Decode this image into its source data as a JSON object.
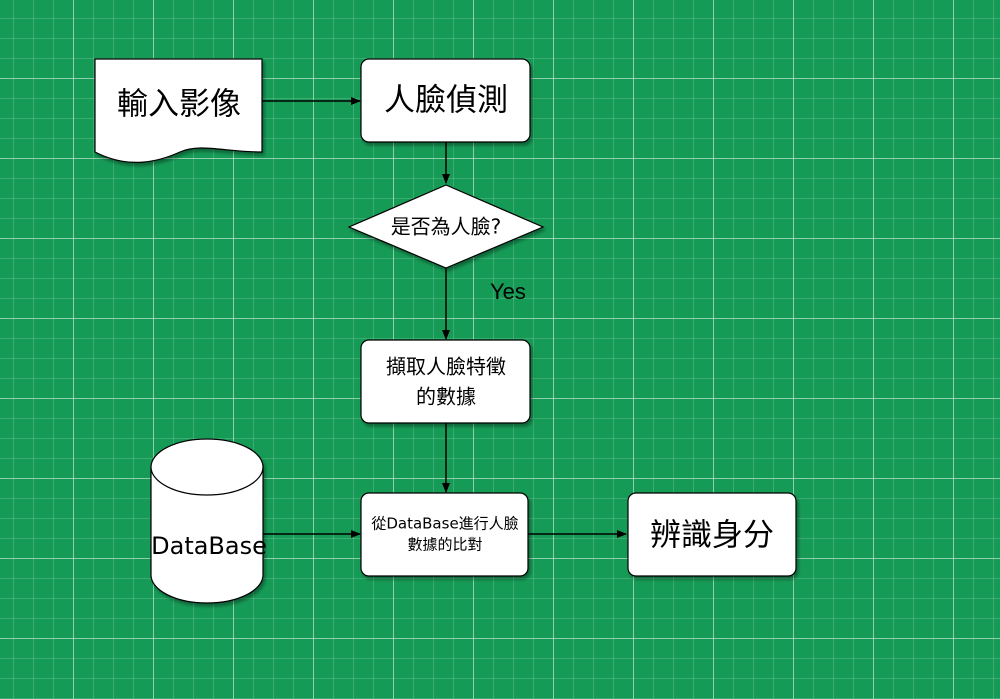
{
  "nodes": {
    "input_image": {
      "label": "輸入影像"
    },
    "face_detection": {
      "label": "人臉偵測"
    },
    "is_face_decision": {
      "label": "是否為人臉?"
    },
    "extract_features": {
      "lines": [
        "擷取人臉特徵",
        "的數據"
      ]
    },
    "database": {
      "label": "DataBase"
    },
    "compare": {
      "lines": [
        "從DataBase進行人臉",
        "數據的比對"
      ]
    },
    "identify": {
      "label": "辨識身分"
    }
  },
  "edges": {
    "yes_label": "Yes"
  }
}
